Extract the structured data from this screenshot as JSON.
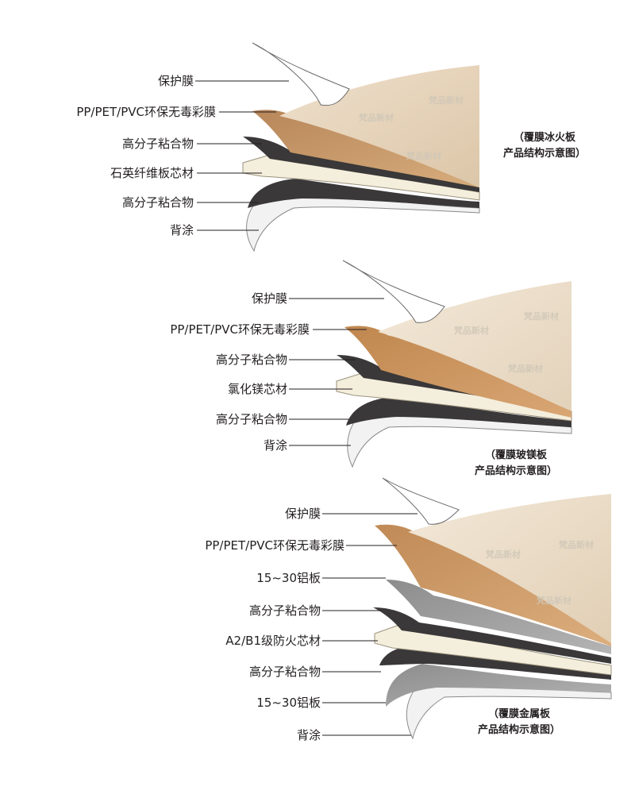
{
  "colors": {
    "protective_film": "#ffffff",
    "wood_light": "#e6d3bb",
    "wood_dark": "#c99a66",
    "adhesive": "#3a3838",
    "core": "#f4eedc",
    "aluminum": "#9a9a9a",
    "back_coating": "#f1f1f1"
  },
  "watermark": "梵品新材",
  "panels": [
    {
      "caption_line1": "（覆膜冰火板",
      "caption_line2": "产品结构示意图）",
      "layers": [
        {
          "label": "保护膜",
          "icon": "protective-film"
        },
        {
          "label": "PP/PET/PVC环保无毒彩膜",
          "icon": "color-film"
        },
        {
          "label": "高分子粘合物",
          "icon": "adhesive"
        },
        {
          "label": "石英纤维板芯材",
          "icon": "core"
        },
        {
          "label": "高分子粘合物",
          "icon": "adhesive"
        },
        {
          "label": "背涂",
          "icon": "back-coating"
        }
      ]
    },
    {
      "caption_line1": "（覆膜玻镁板",
      "caption_line2": "产品结构示意图）",
      "layers": [
        {
          "label": "保护膜",
          "icon": "protective-film"
        },
        {
          "label": "PP/PET/PVC环保无毒彩膜",
          "icon": "color-film"
        },
        {
          "label": "高分子粘合物",
          "icon": "adhesive"
        },
        {
          "label": "氯化镁芯材",
          "icon": "core"
        },
        {
          "label": "高分子粘合物",
          "icon": "adhesive"
        },
        {
          "label": "背涂",
          "icon": "back-coating"
        }
      ]
    },
    {
      "caption_line1": "（覆膜金属板",
      "caption_line2": "产品结构示意图）",
      "layers": [
        {
          "label": "保护膜",
          "icon": "protective-film"
        },
        {
          "label": "PP/PET/PVC环保无毒彩膜",
          "icon": "color-film"
        },
        {
          "label": "15~30铝板",
          "icon": "aluminum"
        },
        {
          "label": "高分子粘合物",
          "icon": "adhesive"
        },
        {
          "label": "A2/B1级防火芯材",
          "icon": "core"
        },
        {
          "label": "高分子粘合物",
          "icon": "adhesive"
        },
        {
          "label": "15~30铝板",
          "icon": "aluminum"
        },
        {
          "label": "背涂",
          "icon": "back-coating"
        }
      ]
    }
  ]
}
